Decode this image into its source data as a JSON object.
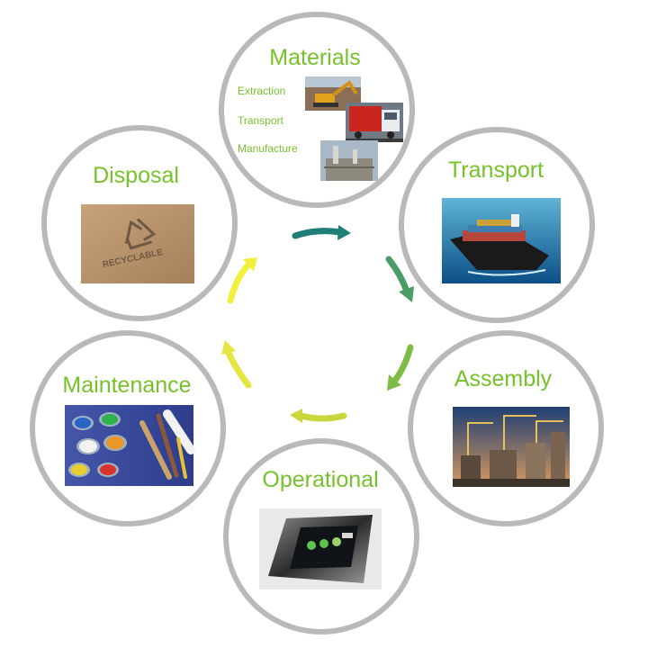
{
  "diagram": {
    "accent_color": "#77c12a",
    "ring_color": "#b9b9b9",
    "stages": [
      {
        "title": "Materials",
        "substeps": [
          "Extraction",
          "Transport",
          "Manufacture"
        ],
        "images": [
          "excavator-photo",
          "truck-photo",
          "factory-photo"
        ]
      },
      {
        "title": "Transport",
        "image": "container-ship-photo"
      },
      {
        "title": "Assembly",
        "image": "construction-cranes-photo"
      },
      {
        "title": "Operational",
        "image": "thermostat-panel-photo"
      },
      {
        "title": "Maintenance",
        "image": "paint-cans-photo"
      },
      {
        "title": "Disposal",
        "image": "recycle-cardboard-photo"
      }
    ],
    "recycle_text": "RECYCLABLE",
    "cycle_arrow_colors": [
      "#1f7f77",
      "#4a9d67",
      "#7fbc45",
      "#c9d63c",
      "#e4e53f",
      "#f2ef3d"
    ]
  }
}
